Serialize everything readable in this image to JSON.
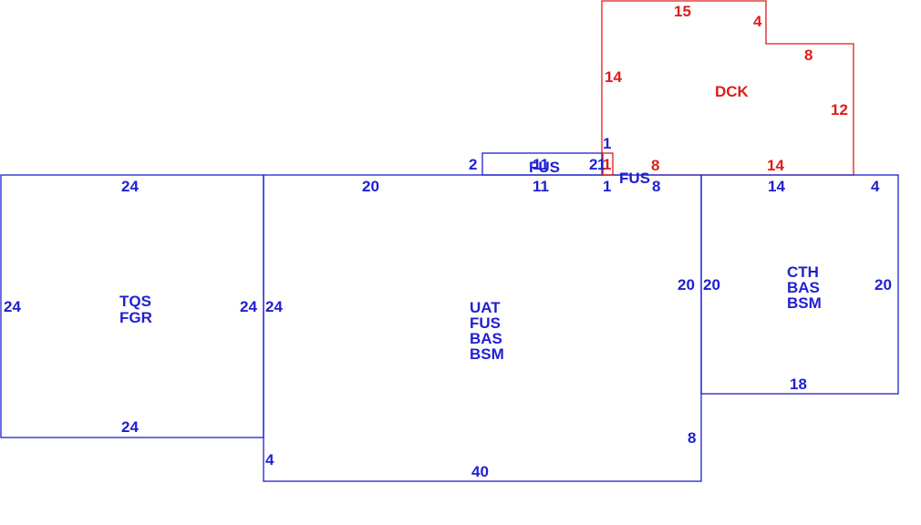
{
  "colors": {
    "structure": "#1f1fd0",
    "deck": "#dd1c1c",
    "background": "#ffffff"
  },
  "areas": {
    "garage": {
      "codes": [
        "TQS",
        "FGR"
      ]
    },
    "main": {
      "codes": [
        "UAT",
        "FUS",
        "BAS",
        "BSM"
      ]
    },
    "annex": {
      "codes": [
        "CTH",
        "BAS",
        "BSM"
      ]
    },
    "upper": {
      "code": "FUS"
    },
    "deck": {
      "code": "DCK"
    },
    "small": {
      "code": "FUS"
    }
  },
  "dims": {
    "garage": {
      "top": "24",
      "left": "24",
      "right": "24",
      "bottom": "24"
    },
    "main": {
      "top_left": "20",
      "top_mid": "11",
      "top_right": "1",
      "top_8": "8",
      "left": "24",
      "right_upper": "20",
      "right_lower": "8",
      "bottom": "40",
      "bottom_left": "4"
    },
    "annex": {
      "top": "14",
      "top_right": "4",
      "left": "20",
      "right": "20",
      "bottom": "18"
    },
    "upper": {
      "left": "2",
      "top": "11",
      "right": "2"
    },
    "small": {
      "left": "1",
      "right": "1",
      "inner": "1"
    },
    "deck": {
      "top": "15",
      "notch": "4",
      "step": "8",
      "right": "12",
      "left": "14",
      "bottom": "14",
      "bottom_left": "8"
    }
  }
}
